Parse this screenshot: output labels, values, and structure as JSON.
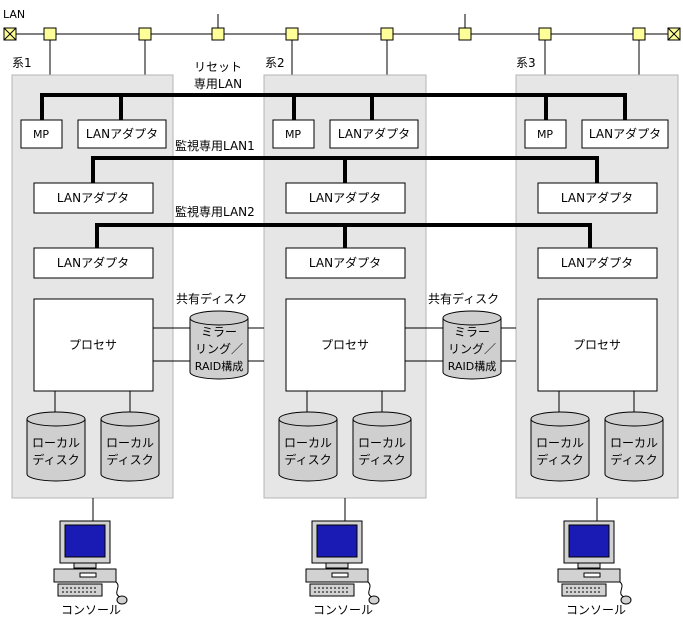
{
  "lan_label": "LAN",
  "reset_lan": {
    "line1": "リセット",
    "line2": "専用LAN"
  },
  "monitor_lan1": "監視専用LAN1",
  "monitor_lan2": "監視専用LAN2",
  "mp_label": "MP",
  "lan_adapter_label": "LANアダプタ",
  "processor_label": "プロセサ",
  "local_disk": {
    "line1": "ローカル",
    "line2": "ディスク"
  },
  "console_label": "コンソール",
  "shared_disk": {
    "label": "共有ディスク",
    "line1": "ミラー",
    "line2": "リング／",
    "line3": "RAID構成"
  },
  "systems": [
    {
      "label": "系1"
    },
    {
      "label": "系2"
    },
    {
      "label": "系3"
    }
  ],
  "colors": {
    "system_bg": "#e6e6e6",
    "system_border": "#b4b4b4",
    "node_fill": "#ffff99",
    "disk_fill": "#cfcfcf",
    "monitor_screen": "#1a1ab4",
    "monitor_body": "#d2d2d2",
    "bus": "#000000"
  },
  "icons": {
    "lan_end": "x-box-terminator-icon",
    "lan_node": "network-node-icon",
    "console": "computer-console-icon"
  }
}
